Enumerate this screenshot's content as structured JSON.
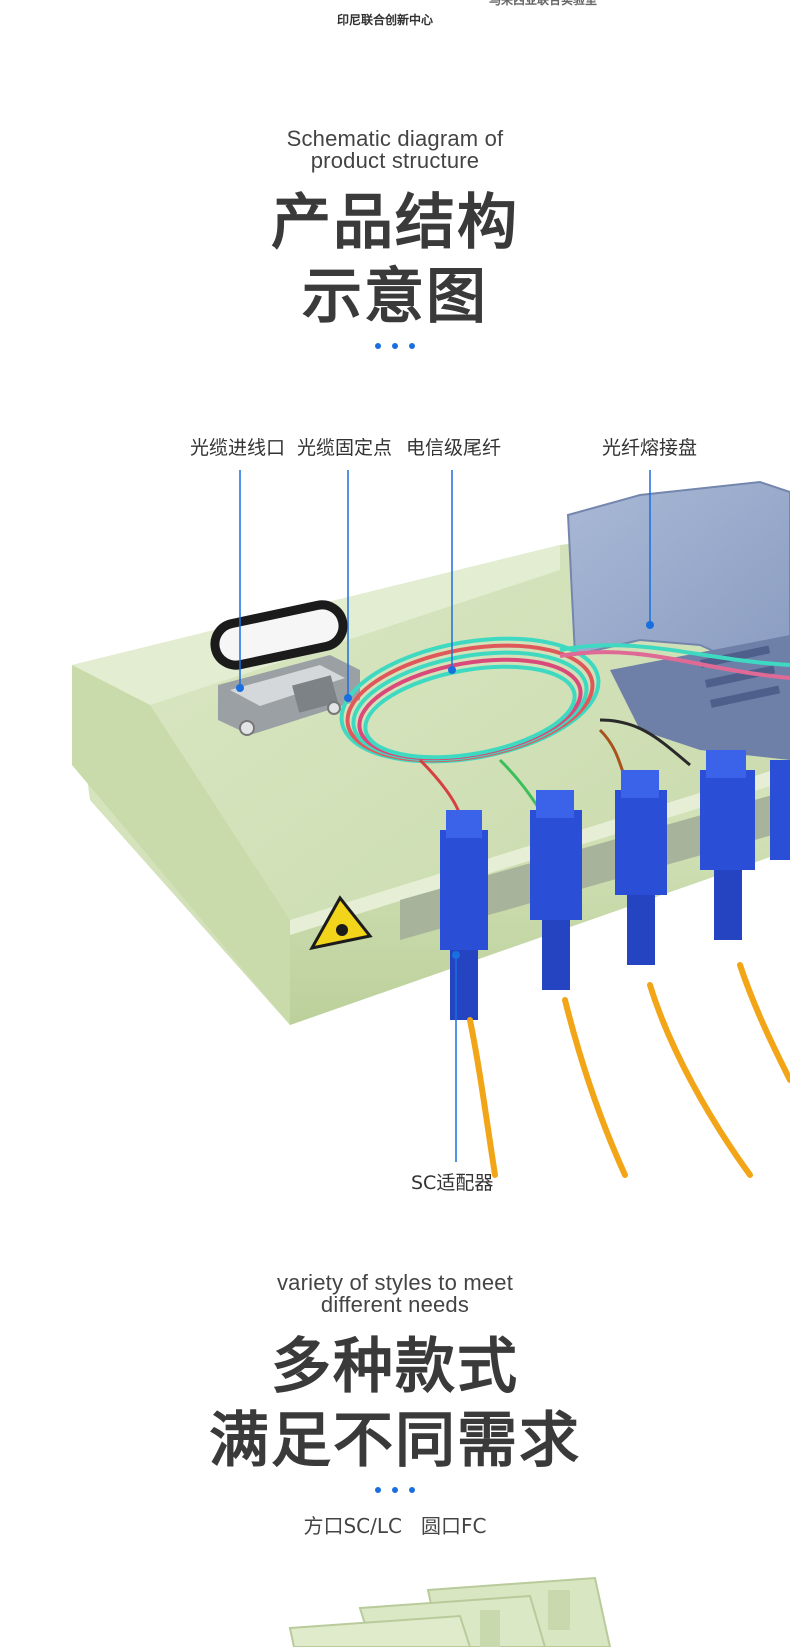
{
  "top_partners": {
    "left_caption": "印尼联合创新中心",
    "right_caption": "马来西亚联合实验室"
  },
  "structure_section": {
    "en_subtitle_line1": "Schematic diagram of",
    "en_subtitle_line2": "product structure",
    "cn_title_line1": "产品结构",
    "cn_title_line2": "示意图",
    "callouts": {
      "cable_entry": "光缆进线口",
      "cable_fixing_point": "光缆固定点",
      "telecom_pigtail": "电信级尾纤",
      "splice_tray": "光纤熔接盘",
      "sc_adapter": "SC适配器"
    }
  },
  "styles_section": {
    "en_subtitle_line1": "variety of styles to meet",
    "en_subtitle_line2": "different needs",
    "cn_title_line1": "多种款式",
    "cn_title_line2": "满足不同需求",
    "port_types_caption": "方口SC/LC   圆口FC"
  },
  "colors": {
    "accent_blue": "#1a6fe0",
    "tray_green": "#cfe0b4",
    "adapter_blue": "#2a4fd6",
    "cable_orange": "#f2a516",
    "pigtail_cyan": "#3fd9c2"
  }
}
